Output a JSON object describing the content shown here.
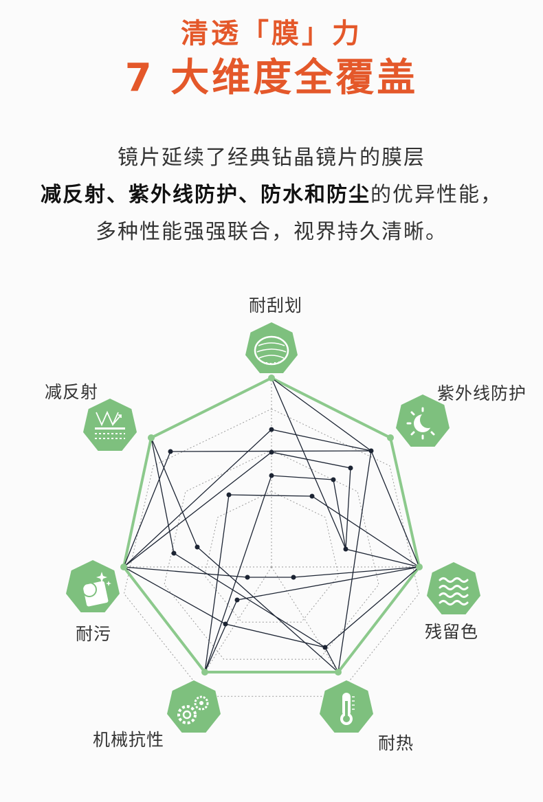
{
  "header": {
    "title_line1": "清透「膜」力",
    "title_line2": "7 大维度全覆盖"
  },
  "description": {
    "line1": "镜片延续了经典钻晶镜片的膜层",
    "line2_bold": "减反射、紫外线防护、防水和防尘",
    "line2_rest": "的优异性能，",
    "line3": "多种性能强强联合，视界持久清晰。"
  },
  "dimensions": [
    {
      "label": "耐刮划",
      "icon": "scratch-lens-icon"
    },
    {
      "label": "紫外线防护",
      "icon": "sun-moon-icon"
    },
    {
      "label": "残留色",
      "icon": "waves-icon"
    },
    {
      "label": "耐热",
      "icon": "thermometer-icon"
    },
    {
      "label": "机械抗性",
      "icon": "gears-icon"
    },
    {
      "label": "耐污",
      "icon": "sparkle-square-icon"
    },
    {
      "label": "减反射",
      "icon": "reflection-layers-icon"
    }
  ],
  "colors": {
    "accent": "#e4582a",
    "green": "#7ec07e",
    "outline": "#8cc98c",
    "dark_line": "#1c2433",
    "grid": "#9a9a9a"
  }
}
